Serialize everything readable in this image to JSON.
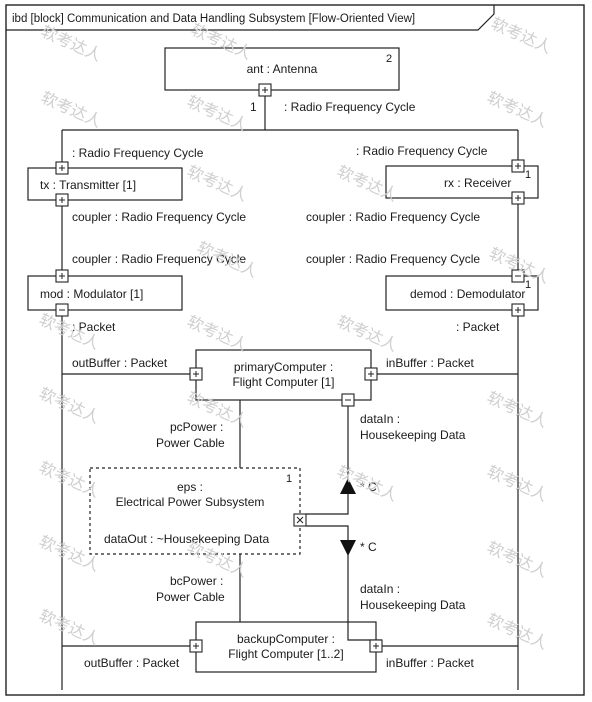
{
  "frame": {
    "header": "ibd [block] Communication and Data Handling Subsystem [Flow-Oriented View]"
  },
  "parts": {
    "antenna": {
      "name": "ant : Antenna",
      "mult": "2"
    },
    "transmitter": {
      "name": "tx : Transmitter [1]"
    },
    "receiver": {
      "name": "rx : Receiver",
      "mult": "1"
    },
    "modulator": {
      "name": "mod : Modulator [1]"
    },
    "demodulator": {
      "name": "demod : Demodulator",
      "mult": "1"
    },
    "primary_computer": {
      "line1": "primaryComputer :",
      "line2": "Flight Computer [1]"
    },
    "eps": {
      "line1": "eps :",
      "line2": "Electrical Power Subsystem",
      "mult": "1",
      "port": "dataOut : ~Housekeeping Data"
    },
    "backup_computer": {
      "line1": "backupComputer :",
      "line2": "Flight Computer [1..2]"
    }
  },
  "labels": {
    "ant_mult_port": "1",
    "ant_rf": ": Radio Frequency Cycle",
    "tx_rf": ": Radio Frequency Cycle",
    "rx_rf": ": Radio Frequency Cycle",
    "tx_coupler": "coupler : Radio Frequency Cycle",
    "rx_coupler": "coupler : Radio Frequency Cycle",
    "mod_coupler": "coupler : Radio Frequency Cycle",
    "demod_coupler": "coupler : Radio Frequency Cycle",
    "mod_packet": ": Packet",
    "demod_packet": ": Packet",
    "pc_outbuffer": "outBuffer : Packet",
    "pc_inbuffer": "inBuffer : Packet",
    "pc_power_1": "pcPower :",
    "pc_power_2": "Power Cable",
    "pc_datain_1": "dataIn :",
    "pc_datain_2": "Housekeeping Data",
    "c_top": "* C",
    "c_bottom": "* C",
    "bc_power_1": "bcPower :",
    "bc_power_2": "Power Cable",
    "bc_datain_1": "dataIn :",
    "bc_datain_2": "Housekeeping Data",
    "bc_outbuffer": "outBuffer : Packet",
    "bc_inbuffer": "inBuffer : Packet"
  },
  "watermark": "软考达人"
}
